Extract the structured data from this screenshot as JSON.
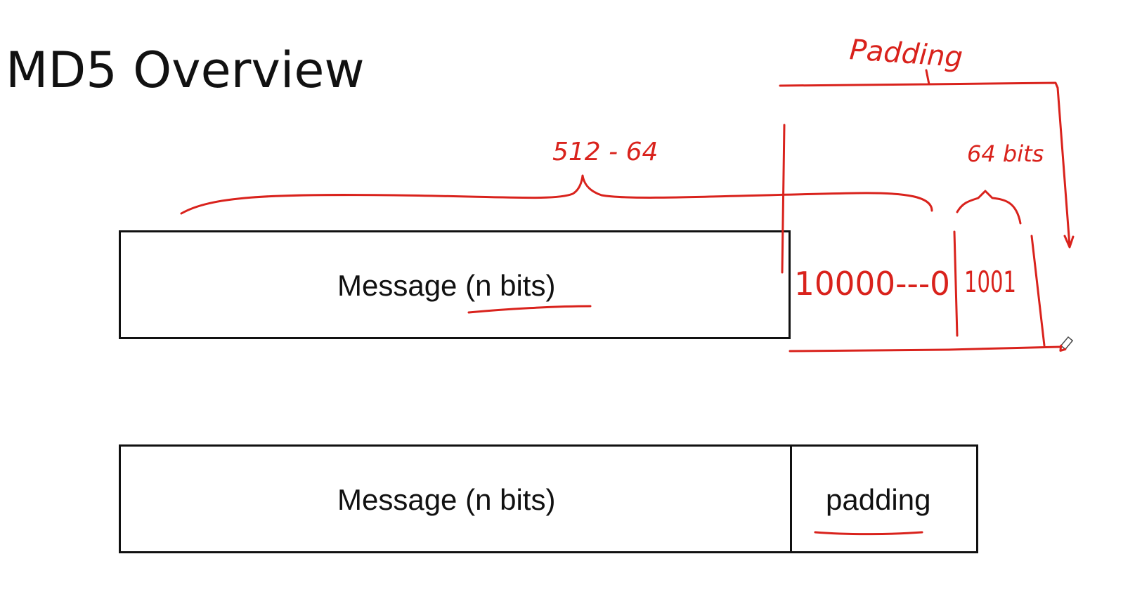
{
  "slide": {
    "title": "MD5 Overview"
  },
  "diagram_top": {
    "message_label": "Message (n bits)"
  },
  "diagram_bottom": {
    "message_label": "Message (n bits)",
    "padding_label": "padding"
  },
  "annotations": {
    "padding_note": "Padding",
    "size_note": "512 - 64",
    "bits_note": "64 bits",
    "pad_bits": "10000---0",
    "length_bits": "1001",
    "ink_color": "#d9221c"
  },
  "icons": {
    "cursor": "pencil-cursor-icon"
  }
}
